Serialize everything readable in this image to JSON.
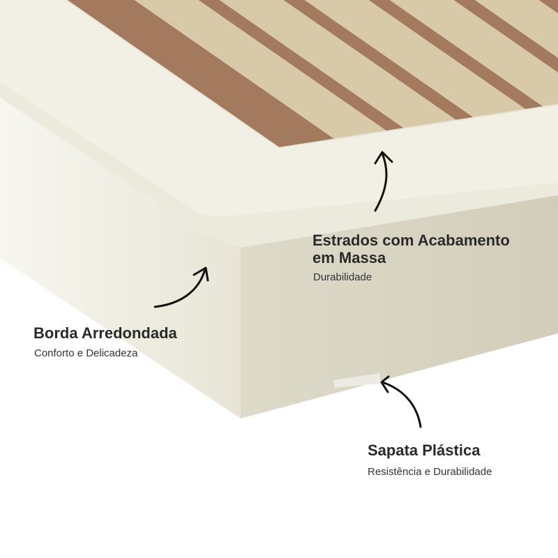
{
  "colors": {
    "frame_top": "#f2f0e5",
    "frame_side": "#e4e1d3",
    "frame_front": "#dcd8c8",
    "slat": "#d8caa8",
    "slat_gap": "#a47a5f",
    "text": "#2a2a2a"
  },
  "callouts": [
    {
      "title": "Estrados com Acabamento",
      "title_line2": "em Massa",
      "subtitle": "Durabilidade",
      "icon": "curved-arrow-icon"
    },
    {
      "title": "Borda Arredondada",
      "subtitle": "Conforto e Delicadeza",
      "icon": "curved-arrow-icon"
    },
    {
      "title": "Sapata Plástica",
      "subtitle": "Resistência e Durabilidade",
      "icon": "curved-arrow-icon"
    }
  ]
}
